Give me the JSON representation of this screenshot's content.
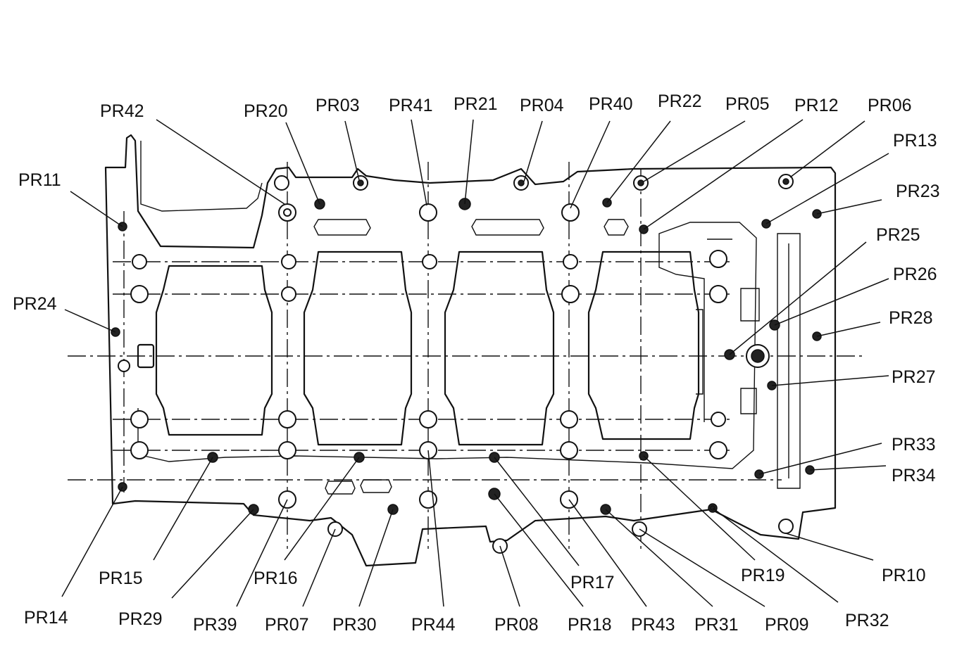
{
  "title": "",
  "pins": [
    {
      "id": "PR03",
      "label": "PR03"
    },
    {
      "id": "PR04",
      "label": "PR04"
    },
    {
      "id": "PR05",
      "label": "PR05"
    },
    {
      "id": "PR06",
      "label": "PR06"
    },
    {
      "id": "PR07",
      "label": "PR07"
    },
    {
      "id": "PR08",
      "label": "PR08"
    },
    {
      "id": "PR09",
      "label": "PR09"
    },
    {
      "id": "PR10",
      "label": "PR10"
    },
    {
      "id": "PR11",
      "label": "PR11"
    },
    {
      "id": "PR12",
      "label": "PR12"
    },
    {
      "id": "PR13",
      "label": "PR13"
    },
    {
      "id": "PR14",
      "label": "PR14"
    },
    {
      "id": "PR15",
      "label": "PR15"
    },
    {
      "id": "PR16",
      "label": "PR16"
    },
    {
      "id": "PR17",
      "label": "PR17"
    },
    {
      "id": "PR18",
      "label": "PR18"
    },
    {
      "id": "PR19",
      "label": "PR19"
    },
    {
      "id": "PR20",
      "label": "PR20"
    },
    {
      "id": "PR21",
      "label": "PR21"
    },
    {
      "id": "PR22",
      "label": "PR22"
    },
    {
      "id": "PR23",
      "label": "PR23"
    },
    {
      "id": "PR24",
      "label": "PR24"
    },
    {
      "id": "PR25",
      "label": "PR25"
    },
    {
      "id": "PR26",
      "label": "PR26"
    },
    {
      "id": "PR27",
      "label": "PR27"
    },
    {
      "id": "PR28",
      "label": "PR28"
    },
    {
      "id": "PR29",
      "label": "PR29"
    },
    {
      "id": "PR30",
      "label": "PR30"
    },
    {
      "id": "PR31",
      "label": "PR31"
    },
    {
      "id": "PR32",
      "label": "PR32"
    },
    {
      "id": "PR33",
      "label": "PR33"
    },
    {
      "id": "PR34",
      "label": "PR34"
    },
    {
      "id": "PR39",
      "label": "PR39"
    },
    {
      "id": "PR40",
      "label": "PR40"
    },
    {
      "id": "PR41",
      "label": "PR41"
    },
    {
      "id": "PR42",
      "label": "PR42"
    },
    {
      "id": "PR43",
      "label": "PR43"
    },
    {
      "id": "PR44",
      "label": "PR44"
    }
  ]
}
